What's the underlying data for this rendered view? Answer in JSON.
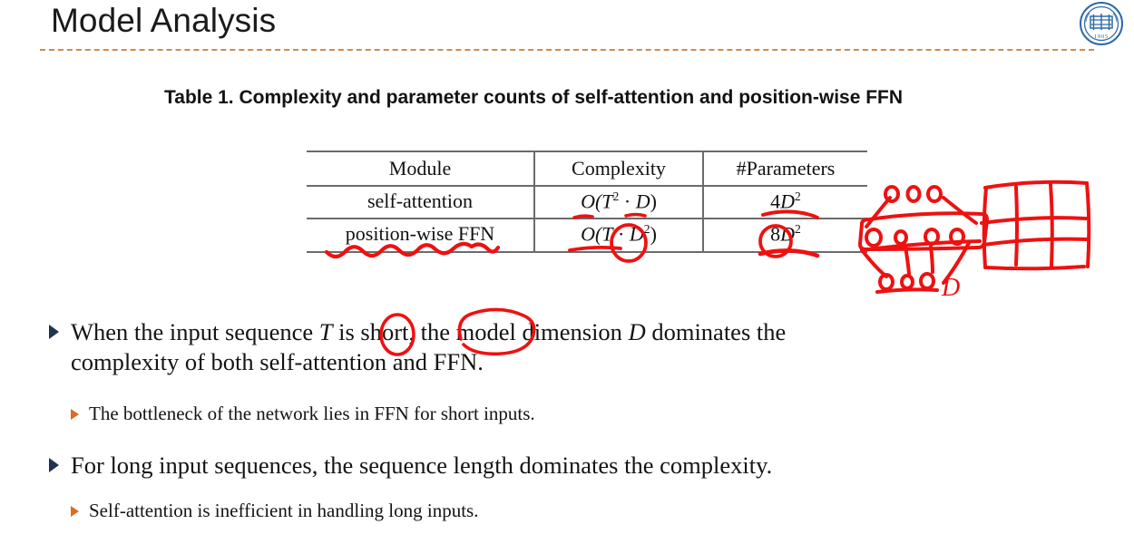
{
  "slide": {
    "title": "Model Analysis",
    "institution_logo": "fudan-university-seal",
    "logo_year": "1905"
  },
  "table": {
    "caption": "Table 1.  Complexity and parameter counts of self-attention and position-wise FFN",
    "headers": [
      "Module",
      "Complexity",
      "#Parameters"
    ],
    "rows": [
      {
        "module": "self-attention",
        "complexity_prefix": "O(",
        "complexity_var1": "T",
        "complexity_exp1": "2",
        "complexity_mid": " · ",
        "complexity_var2": "D",
        "complexity_exp2": "",
        "complexity_suffix": ")",
        "parameters_coef": "4",
        "parameters_var": "D",
        "parameters_exp": "2"
      },
      {
        "module": "position-wise FFN",
        "complexity_prefix": "O(",
        "complexity_var1": "T",
        "complexity_exp1": "",
        "complexity_mid": " · ",
        "complexity_var2": "D",
        "complexity_exp2": "2",
        "complexity_suffix": ")",
        "parameters_coef": "8",
        "parameters_var": "D",
        "parameters_exp": "2"
      }
    ]
  },
  "bullets": [
    {
      "level": 1,
      "text": "When the input sequence T  is short, the model dimension D  dominates the complexity of both self-attention and FFN.",
      "line1_a": "When the input sequence ",
      "line1_var": "T",
      "line1_b": " is short, the model dimension ",
      "line1_var2": "D",
      "line1_c": "  dominates the",
      "line2": "complexity of both self-attention and FFN."
    },
    {
      "level": 2,
      "text": "The bottleneck of the network lies in FFN for short inputs."
    },
    {
      "level": 1,
      "text": "For long input sequences, the sequence length dominates the complexity."
    },
    {
      "level": 2,
      "text": "Self-attention is inefficient in handling long inputs."
    }
  ],
  "annotations": {
    "ink_color": "#ee1111",
    "items": [
      {
        "name": "squiggly-underline-position-wise-ffn",
        "kind": "wavy-underline",
        "target": "position-wise FFN"
      },
      {
        "name": "underline-T-squared",
        "kind": "underline",
        "target": "T"
      },
      {
        "name": "underline-D-selfattn",
        "kind": "underline",
        "target": "D"
      },
      {
        "name": "underline-T-ffn",
        "kind": "underline",
        "target": "T"
      },
      {
        "name": "circle-D-squared-ffn",
        "kind": "ellipse",
        "target": "D"
      },
      {
        "name": "underline-4D2",
        "kind": "underline",
        "target": "4D^2"
      },
      {
        "name": "circle-8",
        "kind": "ellipse",
        "target": "8"
      },
      {
        "name": "underline-8D2",
        "kind": "underline",
        "target": "8D^2"
      },
      {
        "name": "ffn-network-sketch",
        "kind": "drawing",
        "label": "D"
      },
      {
        "name": "matrix-grid-sketch",
        "kind": "drawing"
      },
      {
        "name": "circle-T-in-text",
        "kind": "ellipse",
        "target": "T"
      },
      {
        "name": "circle-short-in-text",
        "kind": "ellipse",
        "target": "short,"
      }
    ],
    "sketch_label_D": "D"
  },
  "colors": {
    "ink_red": "#ee1111",
    "title_rule": "#d08a50",
    "bullet_l1": "#1f3353",
    "bullet_l2": "#dd6b20",
    "logo_blue": "#2e6aa8",
    "text": "#141414"
  }
}
